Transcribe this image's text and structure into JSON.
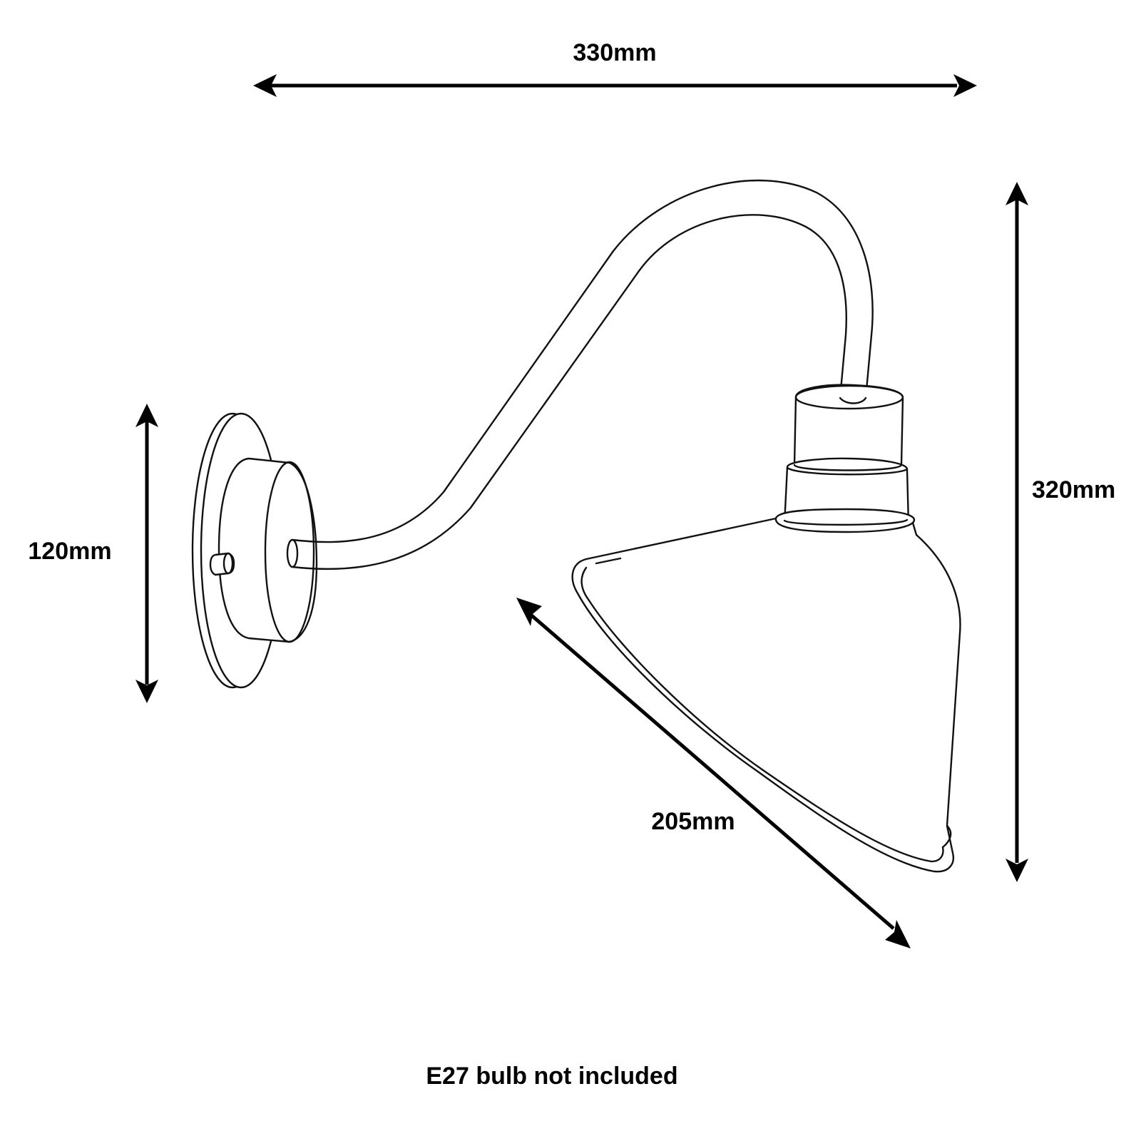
{
  "dimensions": {
    "width_label": "330mm",
    "height_label": "320mm",
    "backplate_label": "120mm",
    "shade_label": "205mm"
  },
  "note": "E27 bulb not included"
}
